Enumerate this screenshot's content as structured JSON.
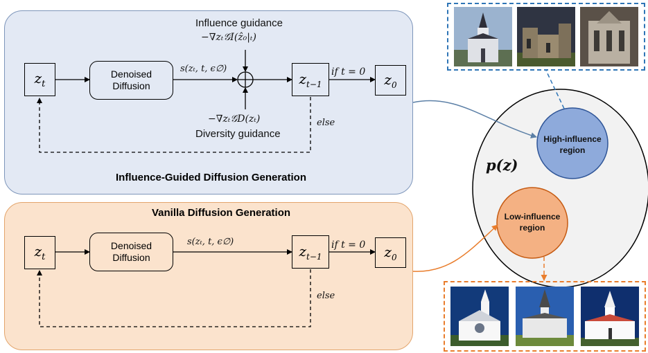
{
  "top_panel": {
    "title": "Influence-Guided Diffusion Generation",
    "zt": "z",
    "zt_sub": "t",
    "denoiser": "Denoised Diffusion",
    "score": "s(zₜ, t, ϵ∅)",
    "influence_label": "Influence guidance",
    "influence_term": "−∇zₜ𝒢I(ẑ₀|ₜ)",
    "diversity_term": "−∇zₜ𝒢D(zₜ)",
    "diversity_label": "Diversity guidance",
    "ztm1": "z",
    "ztm1_sub": "t−1",
    "condition": "if t = 0",
    "else": "else",
    "z0": "z",
    "z0_sub": "0"
  },
  "bottom_panel": {
    "title": "Vanilla Diffusion Generation",
    "zt": "z",
    "zt_sub": "t",
    "denoiser": "Denoised Diffusion",
    "score": "s(zₜ, t, ϵ∅)",
    "ztm1": "z",
    "ztm1_sub": "t−1",
    "condition": "if t = 0",
    "else": "else",
    "z0": "z",
    "z0_sub": "0"
  },
  "distribution": {
    "label": "p(z)",
    "high_region": [
      "High-influence",
      "region"
    ],
    "low_region": [
      "Low-influence",
      "region"
    ]
  },
  "colors": {
    "blue_panel": "#e3e9f4",
    "orange_panel": "#fbe3cd",
    "high_region": "#8eaadb",
    "low_region": "#f4b183",
    "blue_accent": "#2e75b6",
    "orange_accent": "#e97d2c"
  },
  "image_groups": {
    "high_influence": [
      "church-photo-1",
      "church-photo-2",
      "church-photo-3"
    ],
    "low_influence": [
      "church-photo-4",
      "church-photo-5",
      "church-photo-6"
    ]
  }
}
